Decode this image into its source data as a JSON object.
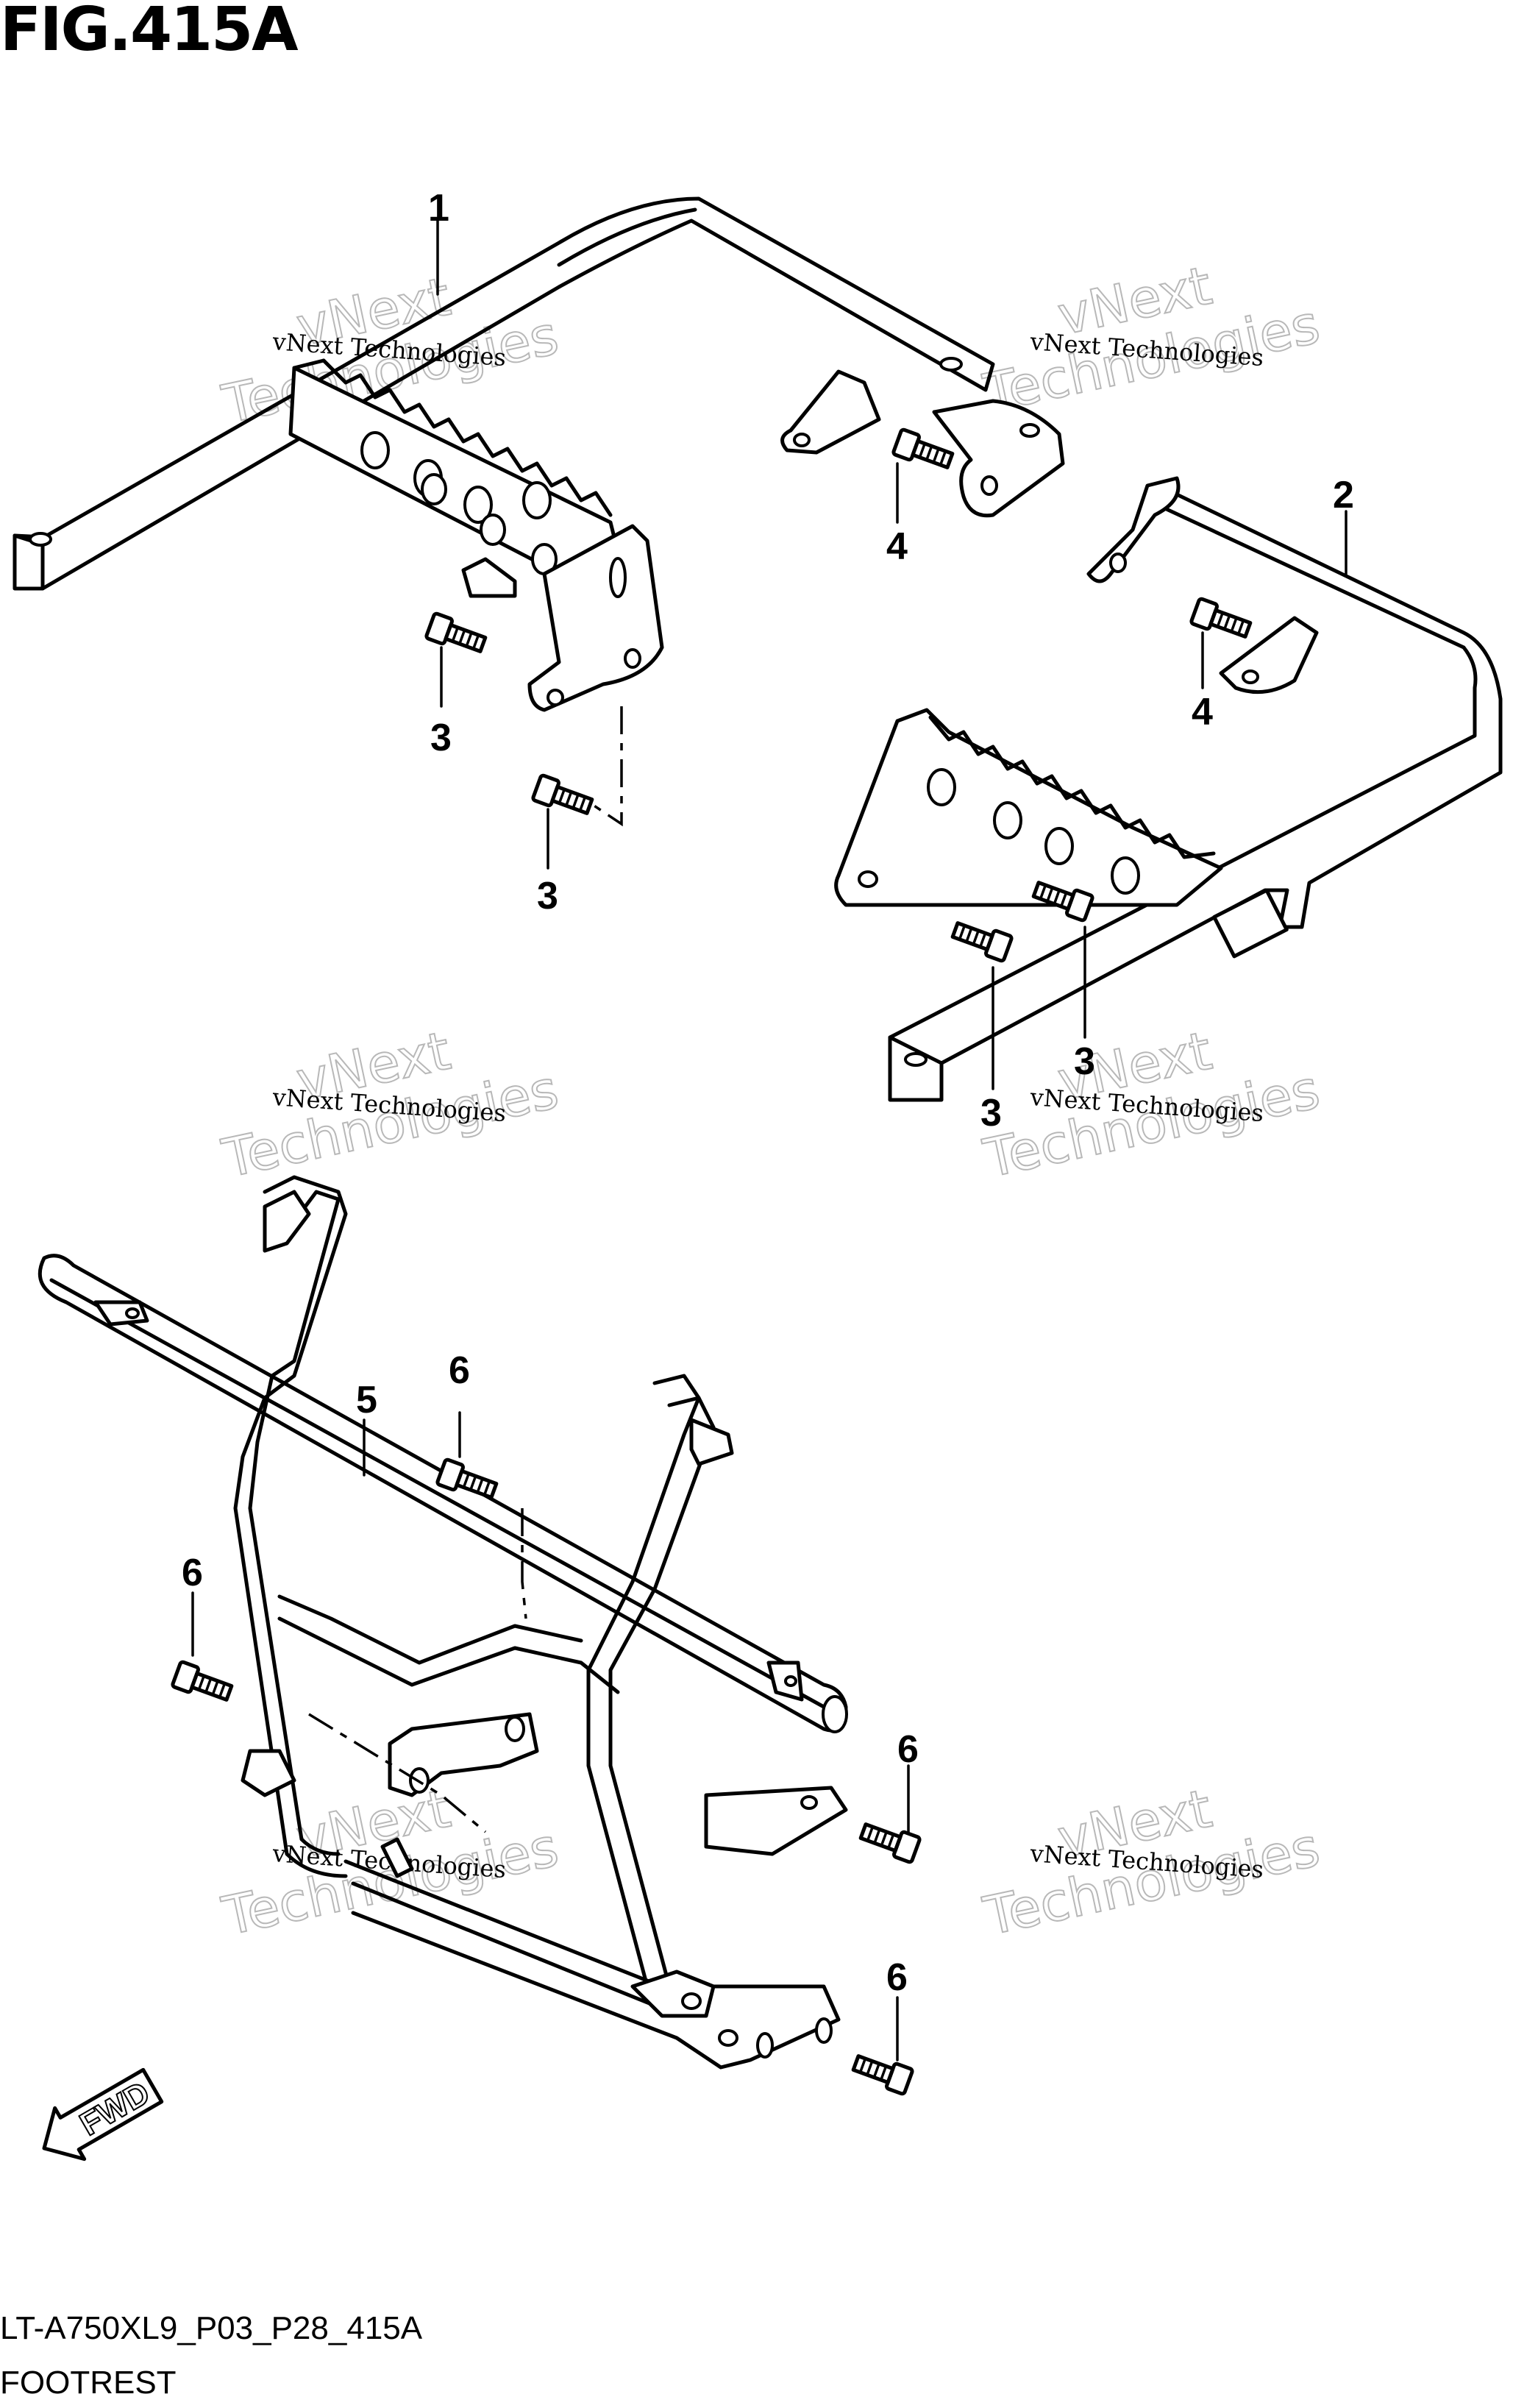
{
  "figure": {
    "title": "FIG.415A",
    "code": "LT-A750XL9_P03_P28_415A",
    "name": "FOOTREST"
  },
  "callouts": [
    "1",
    "2",
    "3",
    "3",
    "3",
    "3",
    "4",
    "4",
    "5",
    "6",
    "6",
    "6",
    "6"
  ],
  "watermark": {
    "line1": "vNext Technologies",
    "line2": "vNext",
    "line3": "Technologies"
  },
  "direction_badge": {
    "label": "FWD",
    "icon": "arrow-forward-icon"
  }
}
